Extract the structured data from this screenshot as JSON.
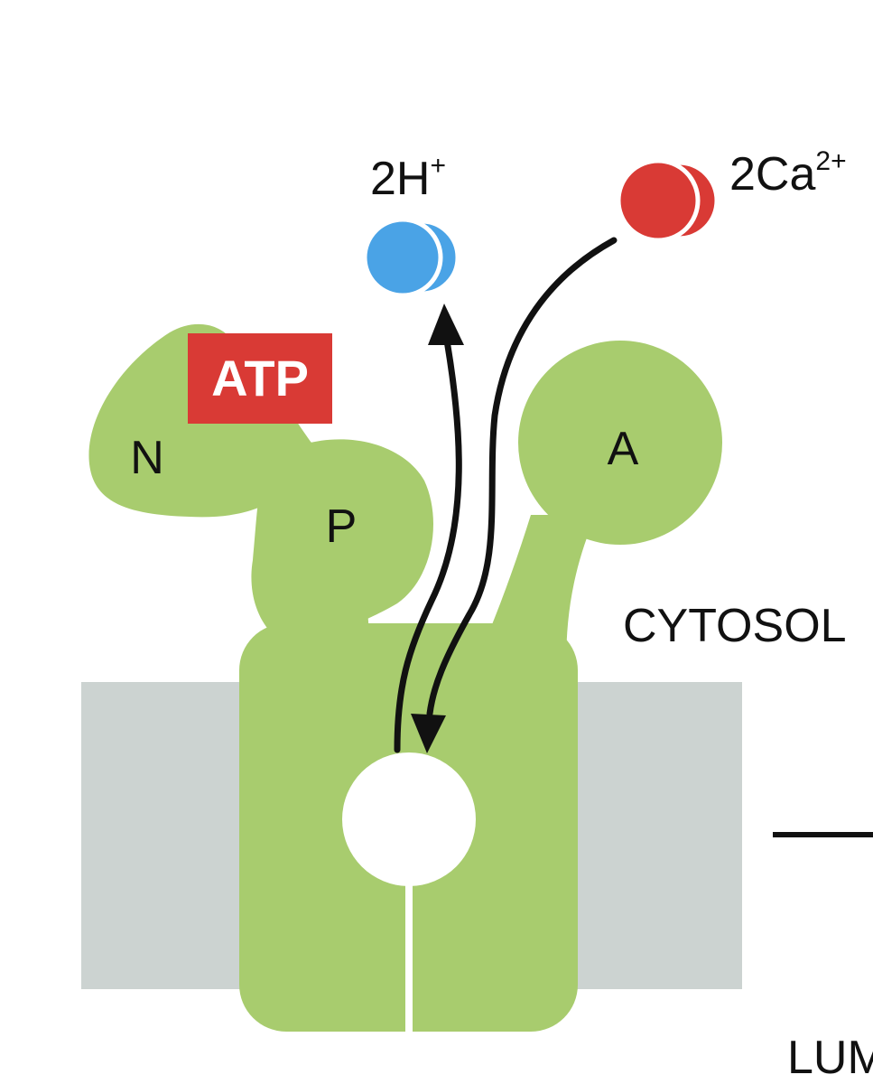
{
  "labels": {
    "n_domain": "N",
    "p_domain": "P",
    "a_domain": "A",
    "atp": "ATP",
    "proton_count": "2H",
    "proton_charge": "+",
    "calcium_count": "2Ca",
    "calcium_charge": "2+",
    "cytosol": "CYTOSOL",
    "lumen": "LUMEN"
  },
  "colors": {
    "protein": "#a8cc6e",
    "membrane": "#ccd3d1",
    "atp_box": "#d93a35",
    "atp_text": "#ffffff",
    "proton": "#4aa3e6",
    "calcium": "#d93a35",
    "arrow": "#111111",
    "pore": "#ffffff"
  },
  "icons": {
    "proton_ions": "double-circle-icon",
    "calcium_ions": "double-circle-icon",
    "arrow_out": "arrow-up-icon",
    "arrow_in": "arrow-down-icon"
  }
}
